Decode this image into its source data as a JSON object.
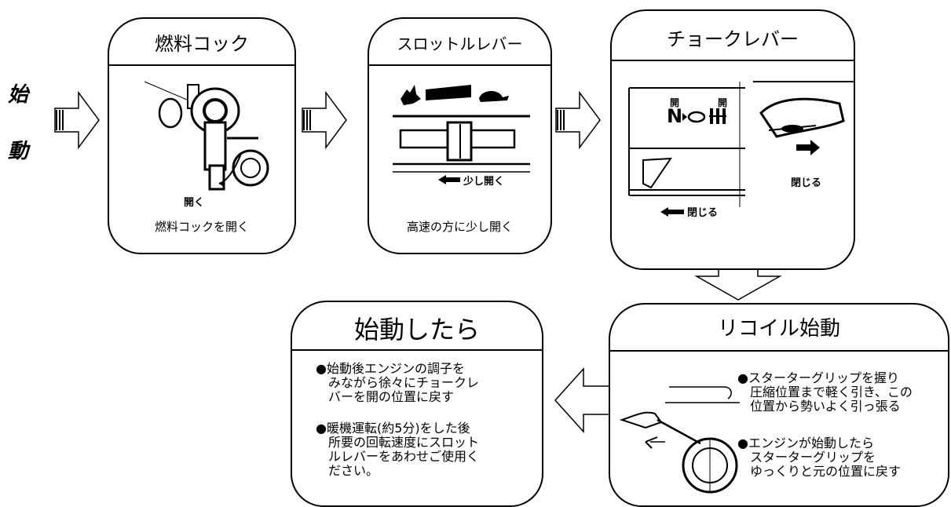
{
  "start_label": [
    "始",
    "動"
  ],
  "steps": [
    {
      "title": "燃料コック",
      "icon": "fuel-cock-illustration",
      "label": "開く",
      "caption": "燃料コックを開く"
    },
    {
      "title": "スロットルレバー",
      "icon": "throttle-lever-illustration",
      "label": "少し開く",
      "caption": "高速の方に少し開く"
    },
    {
      "title": "チョークレバー",
      "icon": "choke-lever-illustration",
      "labels": {
        "open_left": "開",
        "open_right": "開",
        "close_left": "閉じる",
        "close_right": "閉じる"
      }
    }
  ],
  "recoil": {
    "title": "リコイル始動",
    "icon": "recoil-starter-illustration",
    "bullets": [
      [
        "●スターターグリップを握り",
        "　圧縮位置まで軽く引き、この",
        "　位置から勢いよく引っ張る"
      ],
      [
        "●エンジンが始動したら",
        "　スターターグリップを",
        "　ゆっくりと元の位置に戻す"
      ]
    ]
  },
  "after": {
    "title": "始動したら",
    "bullets": [
      [
        "●始動後エンジンの調子を",
        "　みながら徐々にチョークレ",
        "　バーを開の位置に戻す"
      ],
      [
        "●暖機運転(約5分)をした後",
        "　所要の回転速度にスロット",
        "　ルレバーをあわせご使用く",
        "　ださい。"
      ]
    ]
  }
}
